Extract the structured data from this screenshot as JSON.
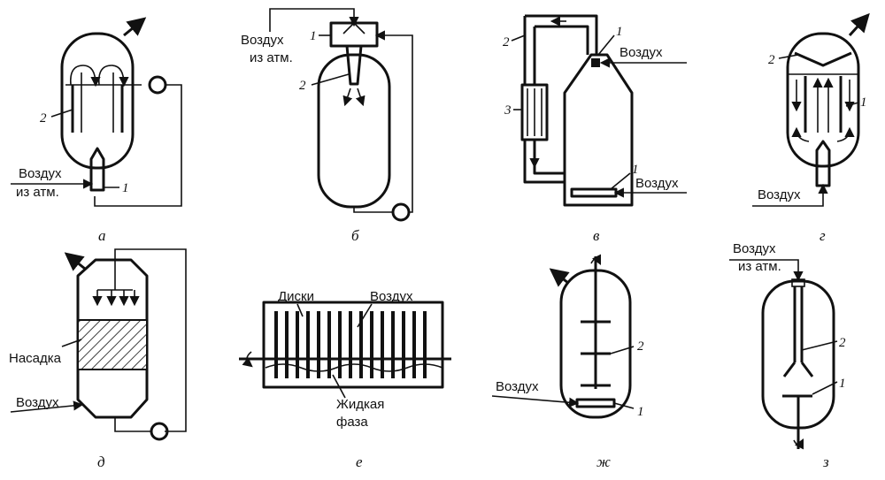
{
  "labels": {
    "air": "Воздух",
    "air_from_atm_1": "Воздух",
    "air_from_atm_2": "из атм.",
    "packing": "Насадка",
    "discs": "Диски",
    "liquid_phase_1": "Жидкая",
    "liquid_phase_2": "фаза"
  },
  "numbers": {
    "n1": "1",
    "n2": "2",
    "n3": "3"
  },
  "captions": {
    "a": "а",
    "b": "б",
    "v": "в",
    "g": "г",
    "d": "д",
    "e": "е",
    "zh": "ж",
    "z": "з"
  }
}
